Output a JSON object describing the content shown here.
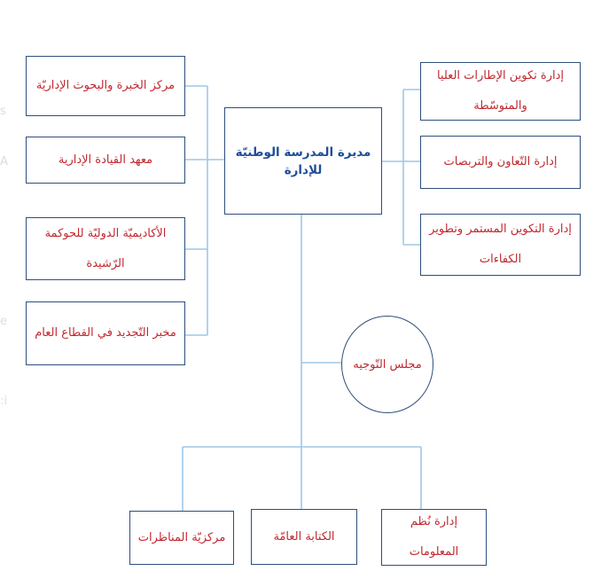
{
  "colors": {
    "line": "#9ec7e6",
    "box_border": "#2f4e7a",
    "node_text": "#c0282f",
    "center_text": "#1f4e9a"
  },
  "center": {
    "label": "مديرة المدرسة الوطنيّة للإدارة"
  },
  "left_units": [
    {
      "label": "مركز الخبرة والبحوث الإداريّة"
    },
    {
      "label": "معهد القيادة الإدارية"
    },
    {
      "label": "الأكاديميّة الدوليّة للحوكمة الرّشيدة"
    },
    {
      "label": "مخبر التّجديد في القطاع العام"
    }
  ],
  "right_units": [
    {
      "label": "إدارة تكوين الإطارات العليا والمتوسّطة"
    },
    {
      "label": "إدارة التّعاون والتربصات"
    },
    {
      "label": "إدارة التكوين المستمر وتطوير الكفاءات"
    }
  ],
  "council": {
    "label": "مجلس التّوجيه"
  },
  "bottom_units": [
    {
      "label": "مركزيّة المناظرات"
    },
    {
      "label": "الكتابة العامّة"
    },
    {
      "label": "إدارة نُظم المعلومات"
    }
  ]
}
